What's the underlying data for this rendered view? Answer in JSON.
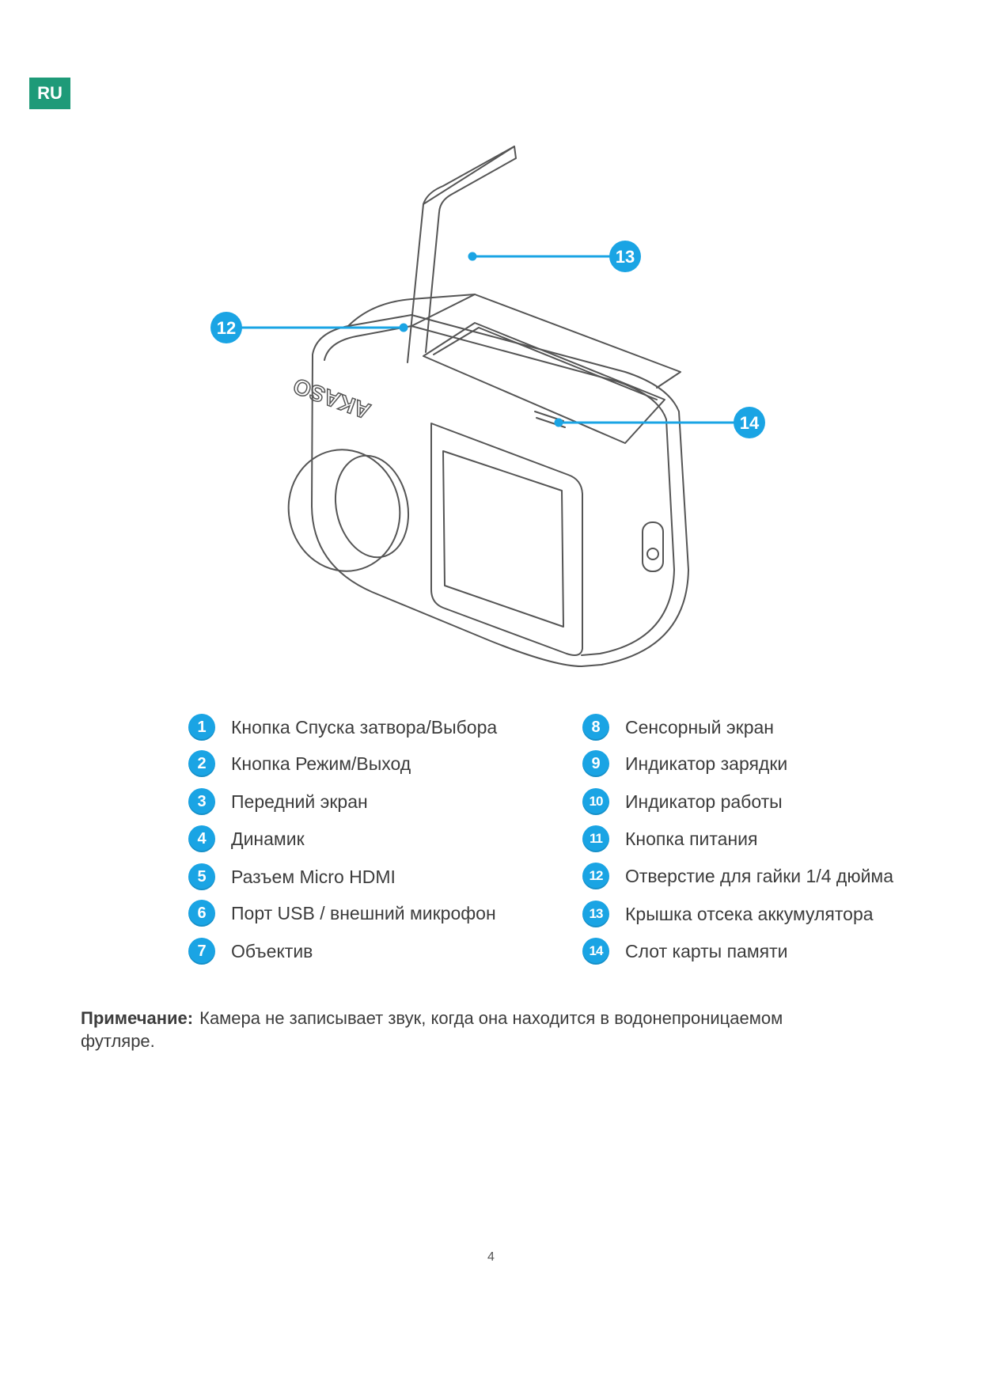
{
  "language_badge": "RU",
  "diagram": {
    "brand_text": "AKASO",
    "callouts": [
      {
        "number": "12"
      },
      {
        "number": "13"
      },
      {
        "number": "14"
      }
    ],
    "accent_color": "#1aa4e4"
  },
  "legend": {
    "left": [
      {
        "number": "1",
        "label": "Кнопка Спуска затвора/Выбора"
      },
      {
        "number": "2",
        "label": "Кнопка Режим/Выход"
      },
      {
        "number": "3",
        "label": "Передний экран"
      },
      {
        "number": "4",
        "label": "Динамик"
      },
      {
        "number": "5",
        "label": "Разъем Micro HDMI"
      },
      {
        "number": "6",
        "label": "Порт USB / внешний микрофон"
      },
      {
        "number": "7",
        "label": "Объектив"
      }
    ],
    "right": [
      {
        "number": "8",
        "label": "Сенсорный экран"
      },
      {
        "number": "9",
        "label": "Индикатор зарядки"
      },
      {
        "number": "10",
        "label": "Индикатор работы"
      },
      {
        "number": "11",
        "label": "Кнопка питания"
      },
      {
        "number": "12",
        "label": "Отверстие для гайки 1/4 дюйма"
      },
      {
        "number": "13",
        "label": "Крышка отсека аккумулятора"
      },
      {
        "number": "14",
        "label": "Слот карты памяти"
      }
    ]
  },
  "note": {
    "heading": "Примечание:",
    "text": "Камера не записывает звук, когда она находится в водонепроницаемом футляре."
  },
  "page_number": "4"
}
